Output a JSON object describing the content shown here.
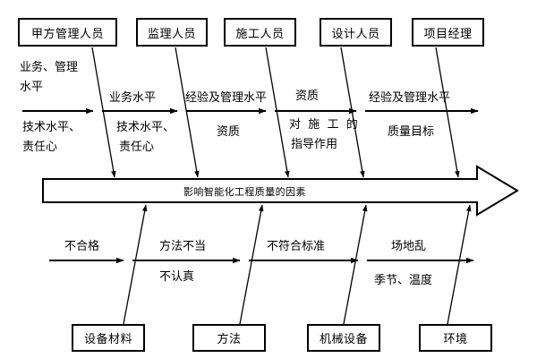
{
  "diagram": {
    "type": "fishbone-ishikawa",
    "spine": {
      "title": "影响智能化工程质量的因素"
    },
    "top_categories": [
      {
        "label": "甲方管理人员"
      },
      {
        "label": "监理人员"
      },
      {
        "label": "施工人员"
      },
      {
        "label": "设计人员"
      },
      {
        "label": "项目经理"
      }
    ],
    "bottom_categories": [
      {
        "label": "设备材料"
      },
      {
        "label": "方法"
      },
      {
        "label": "机械设备"
      },
      {
        "label": "环境"
      }
    ],
    "top_causes": [
      {
        "above": "业务、管理",
        "above2": "水平",
        "below": "技术水平、",
        "below2": "责任心"
      },
      {
        "above": "业务水平",
        "above2": "",
        "below": "技术水平、",
        "below2": "责任心"
      },
      {
        "above": "经验及管理水平",
        "above2": "",
        "below": "资质",
        "below2": ""
      },
      {
        "above": "资质",
        "above2": "",
        "below": "对 施 工 的",
        "below2": "指导作用"
      },
      {
        "above": "经验及管理水平",
        "above2": "",
        "below": "质量目标",
        "below2": ""
      }
    ],
    "bottom_causes": [
      {
        "above": "不合格",
        "below": ""
      },
      {
        "above": "方法不当",
        "below": "不认真"
      },
      {
        "above": "不符合标准",
        "below": ""
      },
      {
        "above": "场地乱",
        "below": "季节、温度"
      }
    ],
    "colors": {
      "stroke": "#000000",
      "background": "#ffffff"
    }
  }
}
